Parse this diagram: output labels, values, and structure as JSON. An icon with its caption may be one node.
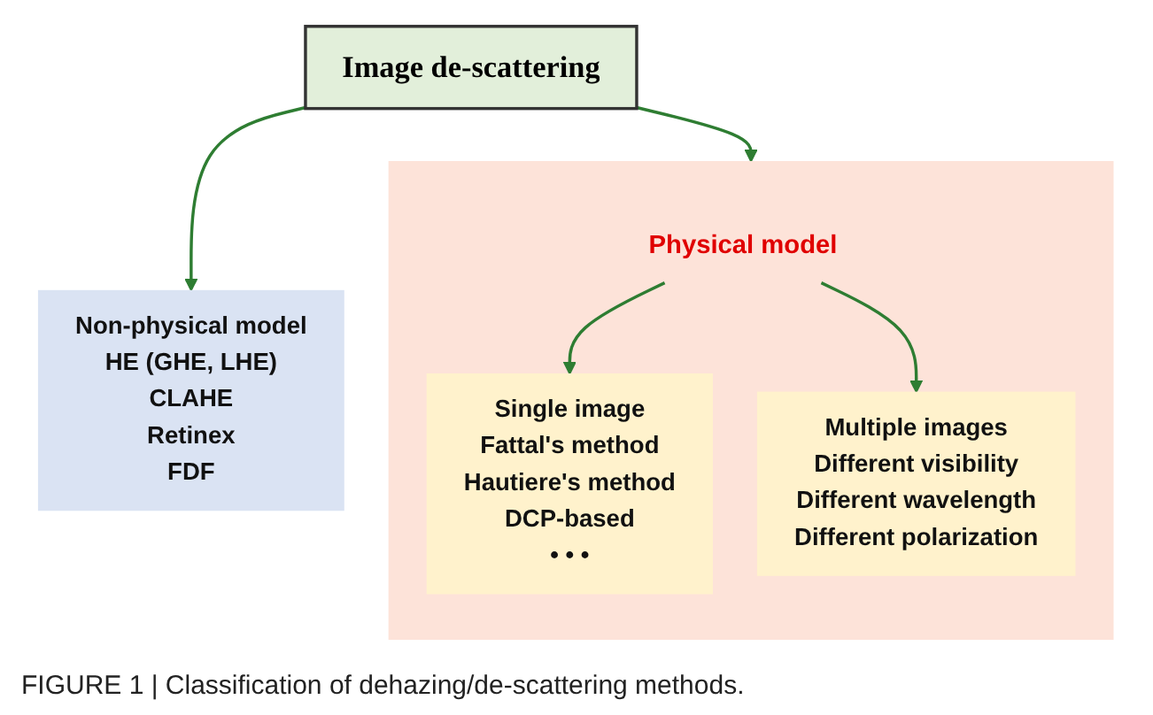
{
  "diagram": {
    "caption": "FIGURE 1 | Classification of dehazing/de-scattering methods.",
    "nodes": [
      {
        "text": [
          "Image de-scattering"
        ]
      },
      {
        "text": [
          "Non-physical model",
          "HE (GHE, LHE)",
          "CLAHE",
          "Retinex",
          "FDF"
        ]
      },
      {
        "text": [],
        "shape": "box"
      },
      {
        "text": [
          "Physical model"
        ],
        "in": 2
      },
      {
        "text": [
          "Single image",
          "Fattal's method",
          "Hautiere's method",
          "DCP-based",
          "• • •"
        ],
        "in": 2
      },
      {
        "text": [
          "Multiple images",
          "Different visibility",
          "Different wavelength",
          "Different polarization"
        ],
        "in": 2
      }
    ],
    "edges": [
      {
        "from": 0,
        "to": 1,
        "arrow": "to"
      },
      {
        "from": 0,
        "to": 2,
        "arrow": "to"
      },
      {
        "from": 3,
        "to": 4,
        "arrow": "to"
      },
      {
        "from": 3,
        "to": 5,
        "arrow": "to"
      }
    ]
  }
}
